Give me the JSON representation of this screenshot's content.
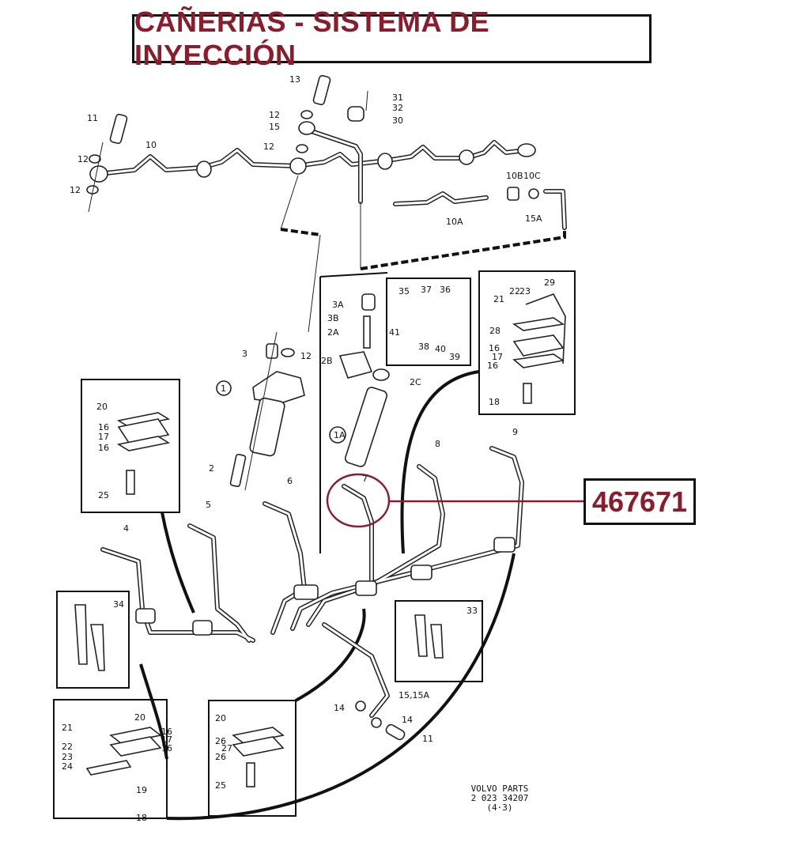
{
  "title": "CAÑERIAS - SISTEMA DE INYECCIÓN",
  "highlight": {
    "part_number": "467671",
    "highlighted_item": "7",
    "color": "#8b1c2c"
  },
  "labels": [
    "13",
    "12",
    "15",
    "12",
    "11",
    "10",
    "12",
    "12",
    "31",
    "32",
    "30",
    "10B",
    "10C",
    "10A",
    "15A",
    "3A",
    "3B",
    "2A",
    "2B",
    "3",
    "12",
    "1",
    "2",
    "2C",
    "1A",
    "35",
    "37",
    "36",
    "41",
    "38",
    "40",
    "39",
    "21",
    "22",
    "23",
    "29",
    "28",
    "16",
    "17",
    "16",
    "18",
    "20",
    "16",
    "17",
    "16",
    "25",
    "4",
    "5",
    "6",
    "7",
    "8",
    "9",
    "34",
    "33",
    "20",
    "21",
    "16",
    "17",
    "16",
    "22",
    "23",
    "24",
    "19",
    "18",
    "20",
    "26",
    "27",
    "26",
    "25",
    "14",
    "15,15A",
    "14",
    "11"
  ],
  "footer": {
    "line1": "VOLVO  PARTS",
    "line2": "2 023  34207",
    "line3": "(4·3)"
  }
}
